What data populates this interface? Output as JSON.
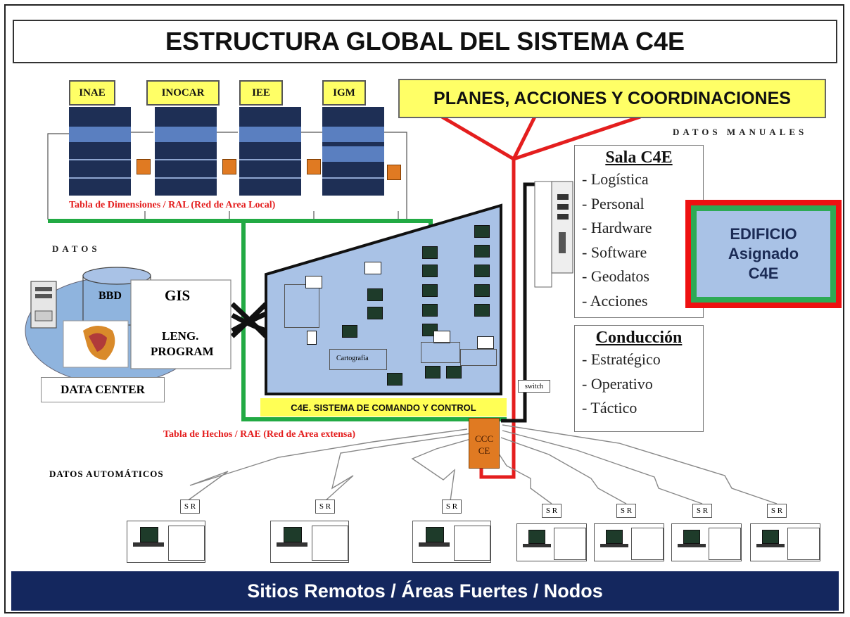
{
  "title": "ESTRUCTURA GLOBAL DEL SISTEMA C4E",
  "institutions": [
    "INAE",
    "INOCAR",
    "IEE",
    "IGM"
  ],
  "planes": "PLANES, ACCIONES Y COORDINACIONES",
  "datos_manuales": "DATOS MANUALES",
  "datos": "DATOS",
  "datos_automaticos": "DATOS AUTOMÁTICOS",
  "tabla_dimensiones": "Tabla de Dimensiones / RAL (Red de Area Local)",
  "tabla_hechos": "Tabla de Hechos / RAE (Red de Area extensa)",
  "data_center": {
    "bbd": "BBD",
    "gis": "GIS",
    "leng_line1": "LENG.",
    "leng_line2": "PROGRAM",
    "label": "DATA CENTER"
  },
  "c4e_label": "C4E. SISTEMA DE COMANDO Y CONTROL",
  "inner_labels": {
    "cartografia": "Cartografía",
    "switch": "switch"
  },
  "ccc": {
    "line1": "CCC",
    "line2": "CE"
  },
  "sala": {
    "heading": "Sala C4E",
    "items": [
      "- Logística",
      "- Personal",
      "- Hardware",
      "- Software",
      "- Geodatos",
      "- Acciones"
    ]
  },
  "conduccion": {
    "heading": "Conducción",
    "items": [
      "- Estratégico",
      "- Operativo",
      "- Táctico"
    ]
  },
  "edificio": {
    "line1": "EDIFICIO",
    "line2": "Asignado",
    "line3": "C4E"
  },
  "sr_label": "S R",
  "bottom": "Sitios Remotos /  Áreas Fuertes / Nodos",
  "colors": {
    "yellow": "#ffff66",
    "green_line": "#22aa44",
    "red_line": "#e41e1e",
    "navy_bar": "#14275e",
    "c4e_panel": "#a9c2e6",
    "server_dark": "#1e2f55",
    "orange_box": "#e07a22"
  }
}
